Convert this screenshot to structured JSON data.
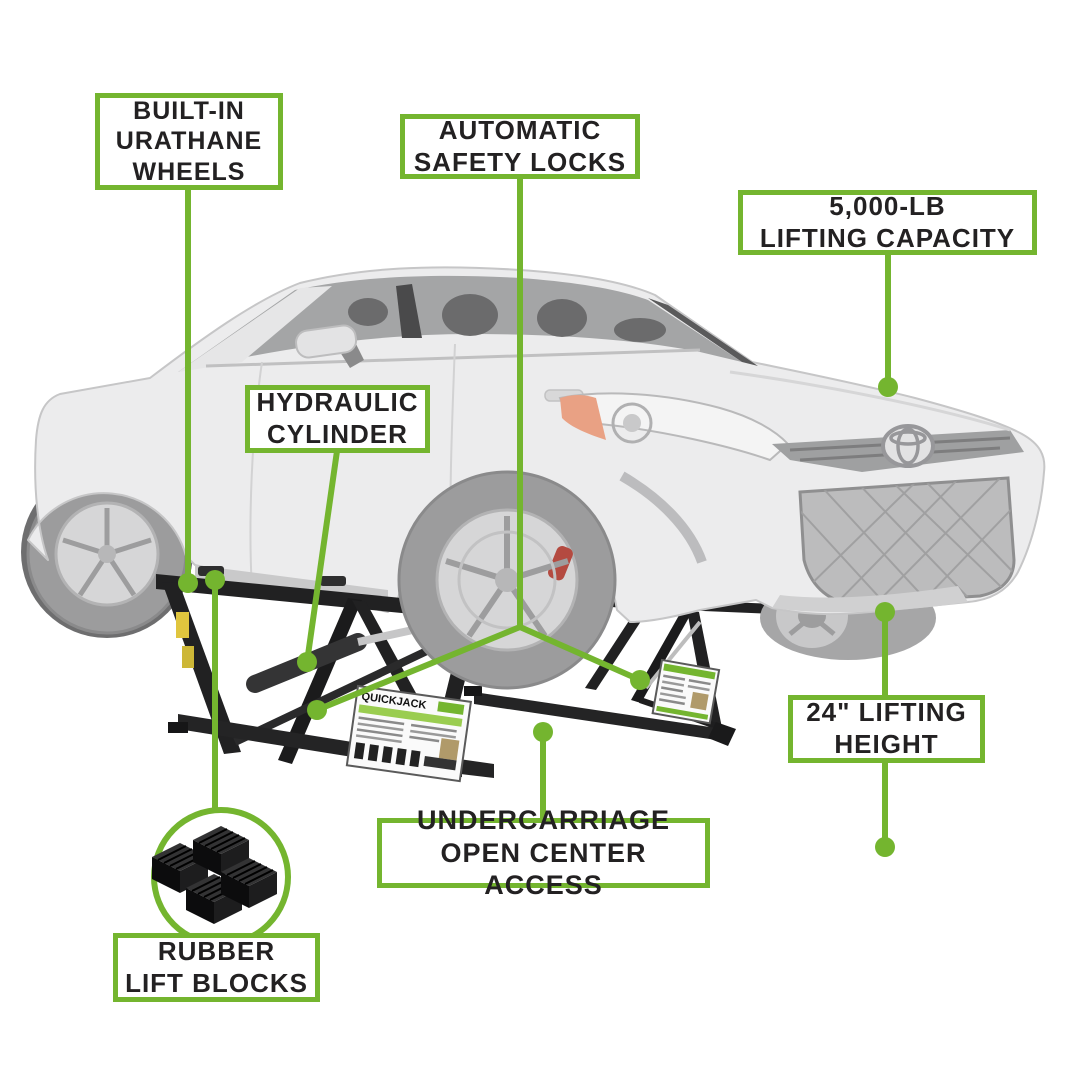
{
  "colors": {
    "accent_green": "#74b52f",
    "text": "#232122",
    "background": "#ffffff",
    "car_body": "#ececed",
    "lift_frame": "#212122"
  },
  "callouts": {
    "wheels": {
      "label": "BUILT-IN\nURATHANE\nWHEELS"
    },
    "safety": {
      "label": "AUTOMATIC\nSAFETY LOCKS"
    },
    "capacity": {
      "label": "5,000-LB\nLIFTING CAPACITY"
    },
    "cylinder": {
      "label": "HYDRAULIC\nCYLINDER"
    },
    "height": {
      "label": "24\" LIFTING\nHEIGHT"
    },
    "undercarriage": {
      "label": "UNDERCARRIAGE\nOPEN CENTER ACCESS"
    },
    "blocks": {
      "label": "RUBBER\nLIFT BLOCKS"
    }
  },
  "product_labels": {
    "brand": "QUICKJACK"
  }
}
